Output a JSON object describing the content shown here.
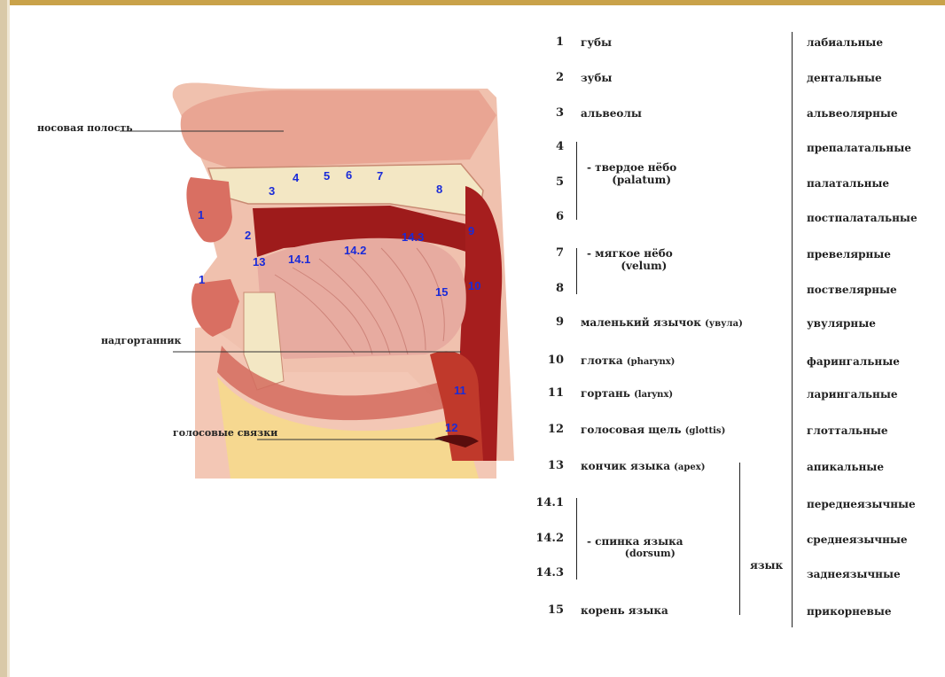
{
  "diagram_labels": {
    "nasal_cavity": "носовая полость",
    "epiglottis": "надгортанник",
    "vocal_cords": "голосовые связки",
    "markers": [
      "1",
      "2",
      "3",
      "4",
      "5",
      "6",
      "7",
      "8",
      "9",
      "10",
      "11",
      "12",
      "13",
      "14.1",
      "14.2",
      "14.3",
      "15",
      "1"
    ]
  },
  "table": {
    "rows": [
      {
        "num": "1",
        "name": "губы",
        "term": "лабиальные"
      },
      {
        "num": "2",
        "name": "зубы",
        "term": "дентальные"
      },
      {
        "num": "3",
        "name": "альвеолы",
        "term": "альвеолярные"
      },
      {
        "num": "4",
        "name": "",
        "term": "препалатальные"
      },
      {
        "num": "5",
        "name": "",
        "term": "палатальные"
      },
      {
        "num": "6",
        "name": "",
        "term": "постпалатальные"
      },
      {
        "num": "7",
        "name": "",
        "term": "превелярные"
      },
      {
        "num": "8",
        "name": "",
        "term": "поствелярные"
      },
      {
        "num": "9",
        "name": "маленький язычок",
        "sub": "(увула)",
        "term": "увулярные"
      },
      {
        "num": "10",
        "name": "глотка",
        "sub": "(pharynx)",
        "term": "фарингальные"
      },
      {
        "num": "11",
        "name": "гортань",
        "sub": "(larynx)",
        "term": "ларингальные"
      },
      {
        "num": "12",
        "name": "голосовая щель",
        "sub": "(glottis)",
        "term": "глоттальные"
      },
      {
        "num": "13",
        "name": "кончик языка",
        "sub": "(apex)",
        "term": "апикальные"
      },
      {
        "num": "14.1",
        "name": "",
        "term": "переднеязычные"
      },
      {
        "num": "14.2",
        "name": "",
        "term": "среднеязычные"
      },
      {
        "num": "14.3",
        "name": "",
        "term": "заднеязычные"
      },
      {
        "num": "15",
        "name": "корень языка",
        "term": "прикорневые"
      }
    ],
    "groups": {
      "hard_palate": "- твердое нёбо",
      "hard_palate_latin": "(palatum)",
      "soft_palate": "- мягкое нёбо",
      "soft_palate_latin": "(velum)",
      "tongue_back": "- спинка языка",
      "tongue_back_latin": "(dorsum)",
      "tongue": "язык"
    }
  },
  "colors": {
    "tissue": "#c0392b",
    "dark_cavity": "#9e1b1b",
    "skin": "#f3c7b5",
    "bone": "#f3e7c4",
    "fat": "#f6d98c",
    "marker": "#1a2bd8",
    "frame": "#c9a24a"
  }
}
